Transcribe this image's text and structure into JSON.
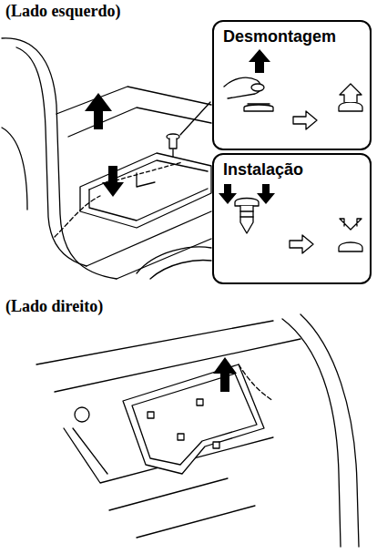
{
  "diagram": {
    "nodes": [
      {
        "text": [
          "Desmontagem"
        ]
      },
      {
        "text": [
          "Instalação"
        ]
      }
    ],
    "labels": [
      "(Lado esquerdo)",
      "(Lado direito)"
    ]
  }
}
